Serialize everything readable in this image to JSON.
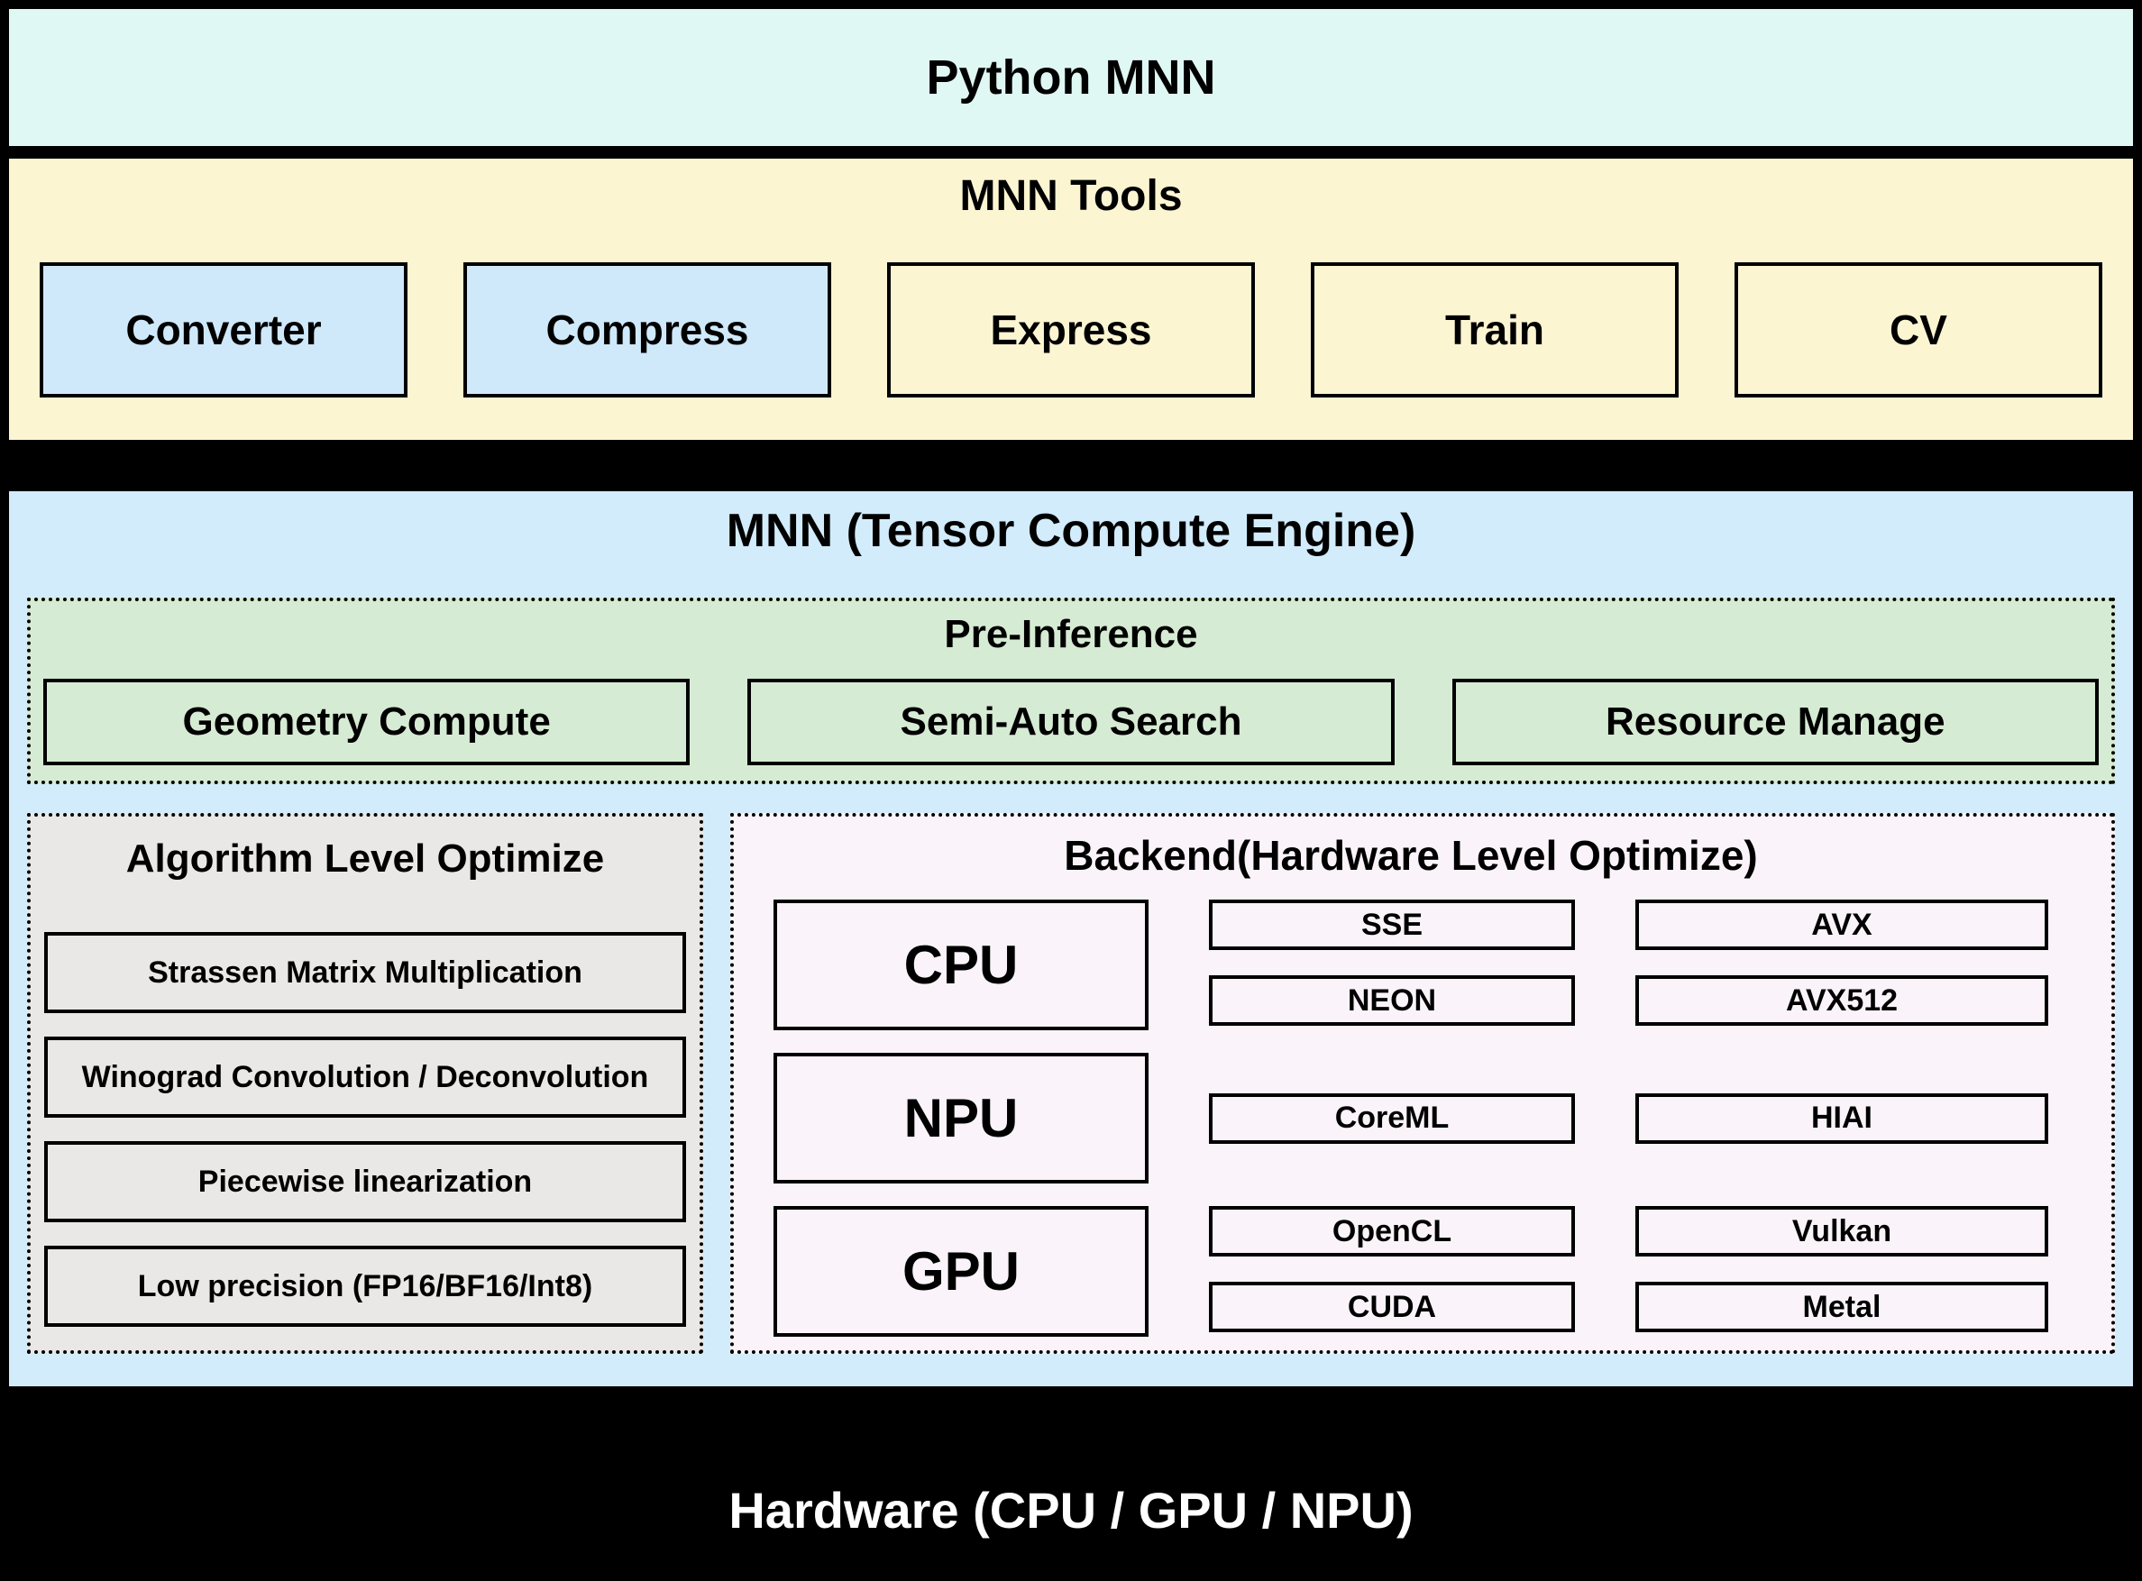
{
  "layers": {
    "python_mnn": {
      "title": "Python MNN"
    },
    "mnn_tools": {
      "title": "MNN Tools",
      "items": [
        {
          "label": "Converter",
          "variant": "blue"
        },
        {
          "label": "Compress",
          "variant": "blue"
        },
        {
          "label": "Express",
          "variant": "yellow"
        },
        {
          "label": "Train",
          "variant": "yellow"
        },
        {
          "label": "CV",
          "variant": "yellow"
        }
      ]
    },
    "engine": {
      "title": "MNN (Tensor Compute Engine)",
      "pre_inference": {
        "title": "Pre-Inference",
        "items": [
          "Geometry Compute",
          "Semi-Auto Search",
          "Resource Manage"
        ]
      },
      "algorithm": {
        "title": "Algorithm Level Optimize",
        "items": [
          "Strassen Matrix Multiplication",
          "Winograd Convolution / Deconvolution",
          "Piecewise linearization",
          "Low precision (FP16/BF16/Int8)"
        ]
      },
      "backend": {
        "title": "Backend(Hardware Level Optimize)",
        "rows": [
          {
            "processor": "CPU",
            "col1": [
              "SSE",
              "NEON"
            ],
            "col2": [
              "AVX",
              "AVX512"
            ]
          },
          {
            "processor": "NPU",
            "col1": [
              "CoreML"
            ],
            "col2": [
              "HIAI"
            ]
          },
          {
            "processor": "GPU",
            "col1": [
              "OpenCL",
              "CUDA"
            ],
            "col2": [
              "Vulkan",
              "Metal"
            ]
          }
        ]
      }
    },
    "hardware": {
      "title": "Hardware (CPU / GPU / NPU)"
    }
  },
  "colors": {
    "frame": "#000000",
    "python_band": "#e0f8f4",
    "tools_band": "#fcf5d2",
    "tool_box_blue": "#cfe9fb",
    "engine_band": "#d2ecfc",
    "pre_inference": "#d6ebd3",
    "algorithm": "#e9e8e7",
    "backend": "#faf4fa",
    "hardware_text": "#ffffff"
  }
}
